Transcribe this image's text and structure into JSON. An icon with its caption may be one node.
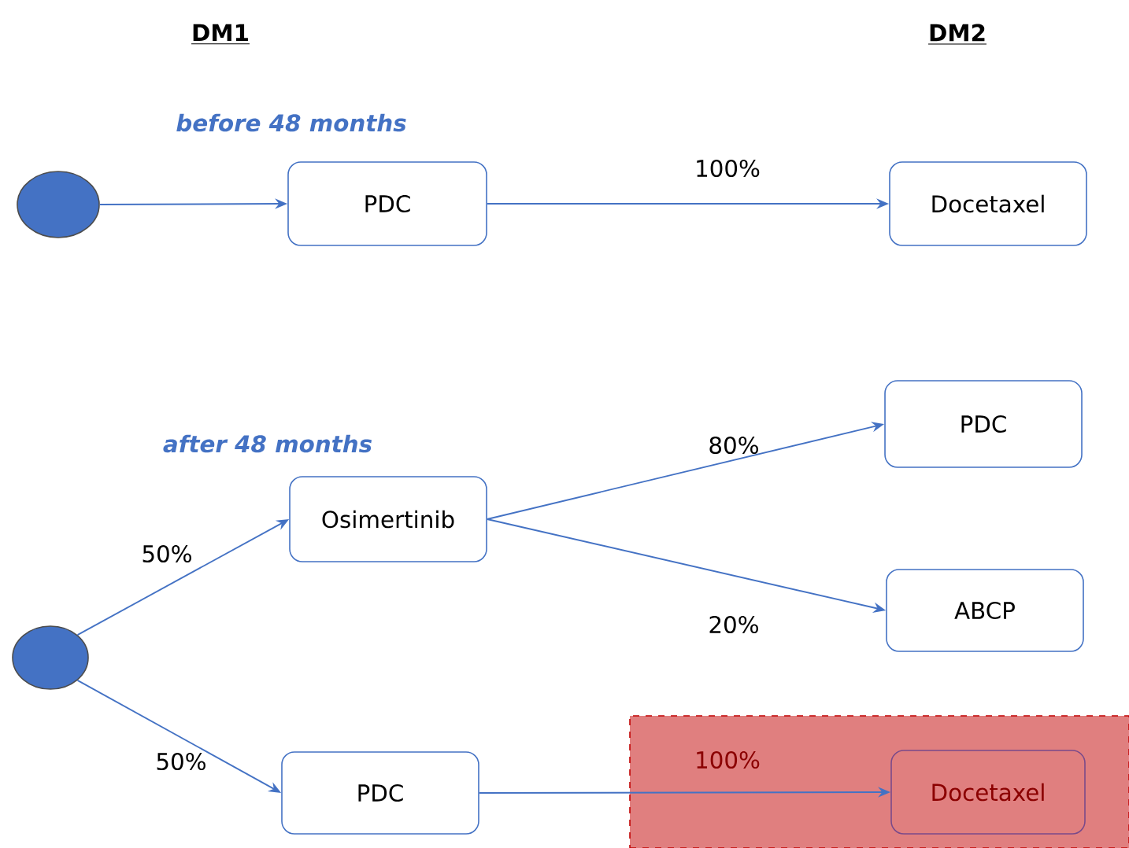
{
  "diagram": {
    "nodes": [
      {
        "text": [],
        "shape": "circle"
      },
      {
        "text": [
          "PDC"
        ]
      },
      {
        "text": [
          "Docetaxel"
        ]
      },
      {
        "text": [],
        "shape": "circle"
      },
      {
        "text": [
          "Osimertinib"
        ]
      },
      {
        "text": [
          "PDC"
        ]
      },
      {
        "text": [
          "ABCP"
        ]
      },
      {
        "text": [
          "PDC"
        ]
      },
      {
        "text": [],
        "shape": "box"
      },
      {
        "text": [
          "Docetaxel"
        ],
        "in": 8
      }
    ],
    "edges": [
      {
        "from": 0,
        "to": 1,
        "arrow": "to"
      },
      {
        "from": 1,
        "to": 2,
        "arrow": "to",
        "label": "100%"
      },
      {
        "from": 3,
        "to": 4,
        "arrow": "to",
        "label": "50%"
      },
      {
        "from": 3,
        "to": 7,
        "arrow": "to",
        "label": "50%"
      },
      {
        "from": 4,
        "to": 5,
        "arrow": "to",
        "label": "80%"
      },
      {
        "from": 4,
        "to": 6,
        "arrow": "to",
        "label": "20%"
      },
      {
        "from": 7,
        "to": 9,
        "arrow": "to",
        "label": "100%"
      }
    ],
    "labels": [
      "DM1",
      "DM2",
      "before 48 months",
      "after 48 months"
    ]
  }
}
